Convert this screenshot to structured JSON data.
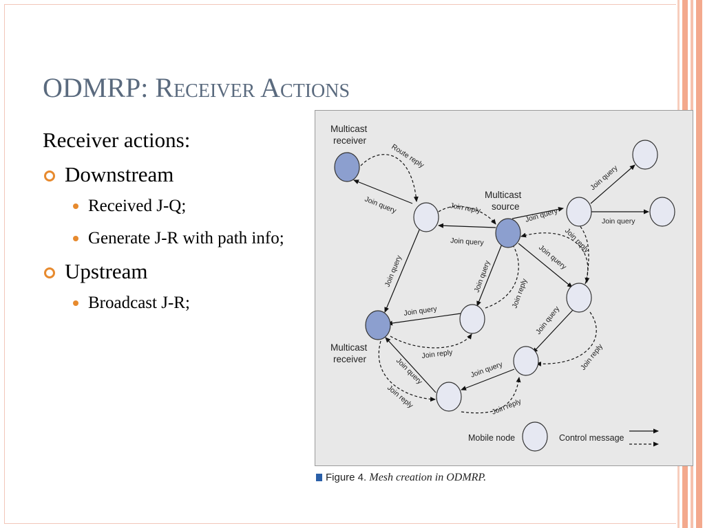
{
  "slide": {
    "title_prefix": "ODMRP: ",
    "title_rest": "Receiver Actions",
    "intro": "Receiver actions:",
    "sections": [
      {
        "heading": "Downstream",
        "items": [
          "Received J-Q;",
          "Generate J-R with path info;"
        ]
      },
      {
        "heading": "Upstream",
        "items": [
          "Broadcast J-R;"
        ]
      }
    ]
  },
  "figure": {
    "caption_label": "Figure 4.",
    "caption_text": "Mesh creation in ODMRP.",
    "labels": {
      "multicast_receiver_top_1": "Multicast",
      "multicast_receiver_top_2": "receiver",
      "multicast_receiver_bottom_1": "Multicast",
      "multicast_receiver_bottom_2": "receiver",
      "multicast_source_1": "Multicast",
      "multicast_source_2": "source",
      "route_reply": "Route reply",
      "join_query": "Join query",
      "join_reply": "Join reply",
      "legend_mobile_node": "Mobile node",
      "legend_control_message": "Control message"
    },
    "colors": {
      "member_node": "#8c9fcf",
      "relay_node": "#e6e8f2",
      "background": "#e8e8e8"
    }
  }
}
